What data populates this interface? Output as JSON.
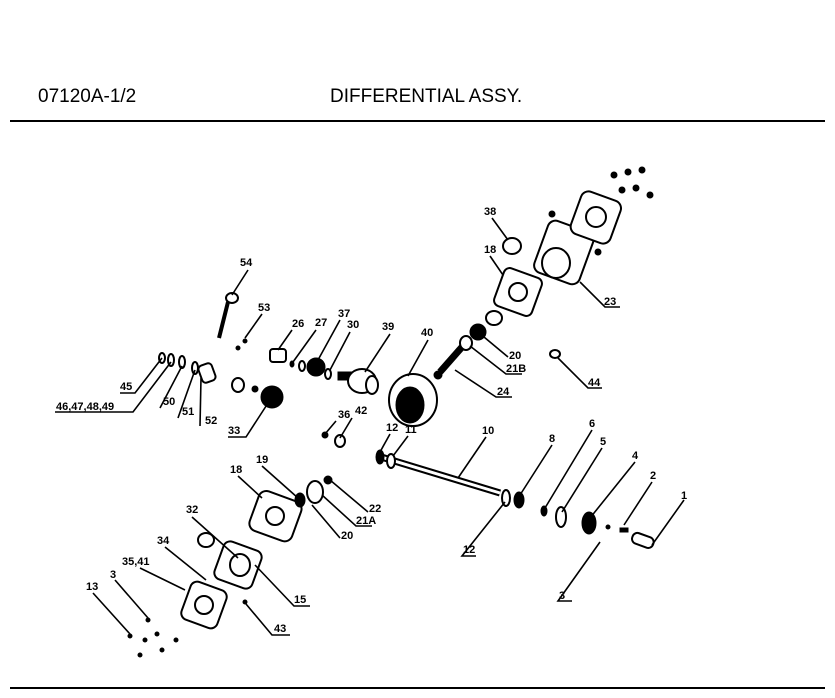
{
  "header": {
    "part_number": "07120A-1/2",
    "title": "DIFFERENTIAL ASSY."
  },
  "callouts": {
    "c54": "54",
    "c53": "53",
    "c26": "26",
    "c27": "27",
    "c37": "37",
    "c30": "30",
    "c39": "39",
    "c40": "40",
    "c45": "45",
    "c46": "46,47,48,49",
    "c50": "50",
    "c51": "51",
    "c52": "52",
    "c33": "33",
    "c36": "36",
    "c42": "42",
    "c12a": "12",
    "c11": "11",
    "c10": "10",
    "c8": "8",
    "c6": "6",
    "c5": "5",
    "c4": "4",
    "c2": "2",
    "c1": "1",
    "c38": "38",
    "c18a": "18",
    "c23": "23",
    "c20a": "20",
    "c21b": "21B",
    "c24": "24",
    "c44": "44",
    "c19": "19",
    "c18b": "18",
    "c22": "22",
    "c21a": "21A",
    "c20b": "20",
    "c32": "32",
    "c34": "34",
    "c3541": "35,41",
    "c3a": "3",
    "c13": "13",
    "c15": "15",
    "c43": "43",
    "c12b": "12",
    "c3b": "3"
  }
}
